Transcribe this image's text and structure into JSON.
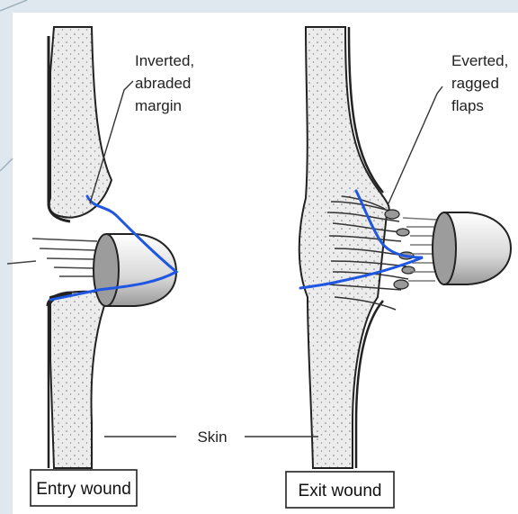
{
  "labels": {
    "entry_margin_line1": "Inverted,",
    "entry_margin_line2": "abraded",
    "entry_margin_line3": "margin",
    "exit_flaps_line1": "Everted,",
    "exit_flaps_line2": "ragged",
    "exit_flaps_line3": "flaps",
    "skin": "Skin",
    "entry_wound": "Entry wound",
    "exit_wound": "Exit wound"
  },
  "colors": {
    "background": "#dfe8ee",
    "paper": "#ffffff",
    "skin_fill": "#ececec",
    "ink": "#222222",
    "annotation": "#1f57e0"
  }
}
